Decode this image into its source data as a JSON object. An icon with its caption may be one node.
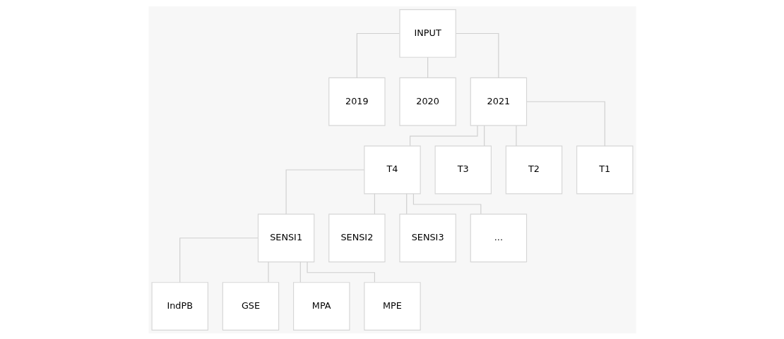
{
  "diagram": {
    "nodes": [
      {
        "text": [
          "INPUT"
        ]
      },
      {
        "text": [
          "2019"
        ]
      },
      {
        "text": [
          "2020"
        ]
      },
      {
        "text": [
          "2021"
        ]
      },
      {
        "text": [
          "T4"
        ]
      },
      {
        "text": [
          "T3"
        ]
      },
      {
        "text": [
          "T2"
        ]
      },
      {
        "text": [
          "T1"
        ]
      },
      {
        "text": [
          "SENSI1"
        ]
      },
      {
        "text": [
          "SENSI2"
        ]
      },
      {
        "text": [
          "SENSI3"
        ]
      },
      {
        "text": [
          "..."
        ]
      },
      {
        "text": [
          "IndPB"
        ]
      },
      {
        "text": [
          "GSE"
        ]
      },
      {
        "text": [
          "MPA"
        ]
      },
      {
        "text": [
          "MPE"
        ]
      }
    ],
    "edges": [
      {
        "from": 0,
        "to": 1,
        "arrow": "none"
      },
      {
        "from": 0,
        "to": 2,
        "arrow": "none"
      },
      {
        "from": 0,
        "to": 3,
        "arrow": "none"
      },
      {
        "from": 3,
        "to": 4,
        "arrow": "none"
      },
      {
        "from": 3,
        "to": 5,
        "arrow": "none"
      },
      {
        "from": 3,
        "to": 6,
        "arrow": "none"
      },
      {
        "from": 3,
        "to": 7,
        "arrow": "none"
      },
      {
        "from": 4,
        "to": 8,
        "arrow": "none"
      },
      {
        "from": 4,
        "to": 9,
        "arrow": "none"
      },
      {
        "from": 4,
        "to": 10,
        "arrow": "none"
      },
      {
        "from": 4,
        "to": 11,
        "arrow": "none"
      },
      {
        "from": 8,
        "to": 12,
        "arrow": "none"
      },
      {
        "from": 8,
        "to": 13,
        "arrow": "none"
      },
      {
        "from": 8,
        "to": 14,
        "arrow": "none"
      },
      {
        "from": 8,
        "to": 15,
        "arrow": "none"
      }
    ]
  }
}
